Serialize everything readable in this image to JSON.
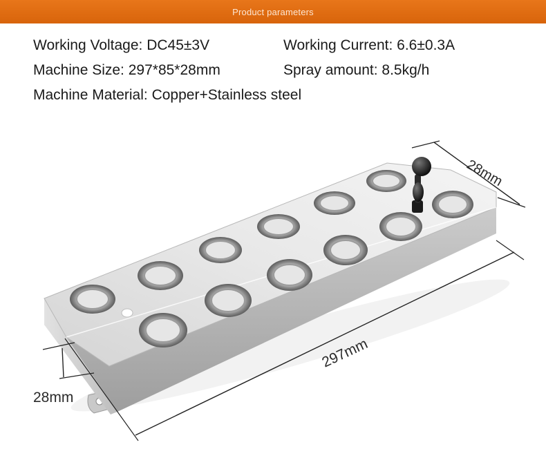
{
  "header": {
    "title": "Product parameters",
    "background_color": "#df6c12"
  },
  "specs": {
    "working_voltage": "Working Voltage: DC45±3V",
    "working_current": "Working Current: 6.6±0.3A",
    "machine_size": "Machine Size: 297*85*28mm",
    "spray_amount": "Spray amount: 8.5kg/h",
    "machine_material": "Machine Material: Copper+Stainless steel"
  },
  "dimensions": {
    "length": "297mm",
    "height_front": "28mm",
    "height_back": "28mm"
  },
  "product": {
    "icon": "ultrasonic-mist-maker-icon",
    "transducer_count": 12
  }
}
